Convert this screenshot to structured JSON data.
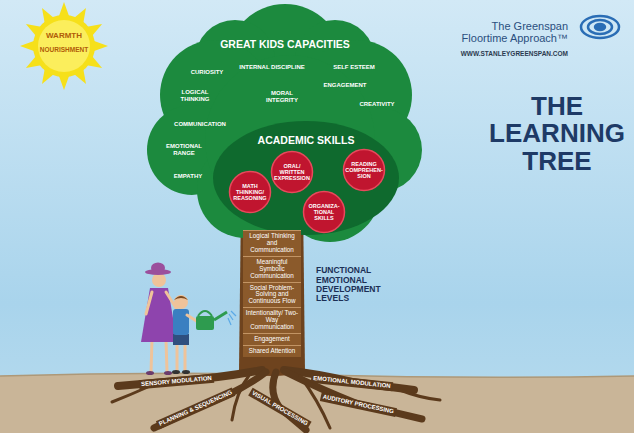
{
  "diagram": {
    "title": "THE LEARNING TREE",
    "nodes": [
      {
        "text": [
          "GREAT KIDS CAPACITIES",
          "CURIOSITY",
          "INTERNAL DISCIPLINE",
          "SELF ESTEEM",
          "LOGICAL THINKING",
          "MORAL INTEGRITY",
          "ENGAGEMENT",
          "CREATIVITY",
          "COMMUNICATION",
          "EMOTIONAL RANGE",
          "EMPATHY"
        ]
      },
      {
        "text": [
          "ACADEMIC SKILLS"
        ],
        "in": 0
      },
      {
        "text": [
          "ORAL/ WRITTEN EXPRESSION"
        ],
        "in": 1
      },
      {
        "text": [
          "READING COMPREHEN- SION"
        ],
        "in": 1
      },
      {
        "text": [
          "MATH THINKING/ REASONING"
        ],
        "in": 1
      },
      {
        "text": [
          "ORGANIZA- TIONAL SKILLS"
        ],
        "in": 1
      },
      {
        "text": [
          "Logical Thinking and Communication"
        ]
      },
      {
        "text": [
          "Meaningful Symbolic Communication"
        ]
      },
      {
        "text": [
          "Social Problem-Solving and Continuous Flow"
        ]
      },
      {
        "text": [
          "Intentionality/ Two-Way Communication"
        ]
      },
      {
        "text": [
          "Engagement"
        ]
      },
      {
        "text": [
          "Shared Attention"
        ]
      }
    ],
    "labels": [
      "WARMTH",
      "NOURISHMENT",
      "The Greenspan Floortime Approach™",
      "WWW.STANLEYGREENSPAN.COM",
      "FUNCTIONAL EMOTIONAL DEVELOPMENT LEVELS",
      "SENSORY MODULATION",
      "EMOTIONAL MODULATION",
      "PLANNING & SEQUENCING",
      "VISUAL PROCESSING",
      "AUDITORY PROCESSING"
    ]
  }
}
